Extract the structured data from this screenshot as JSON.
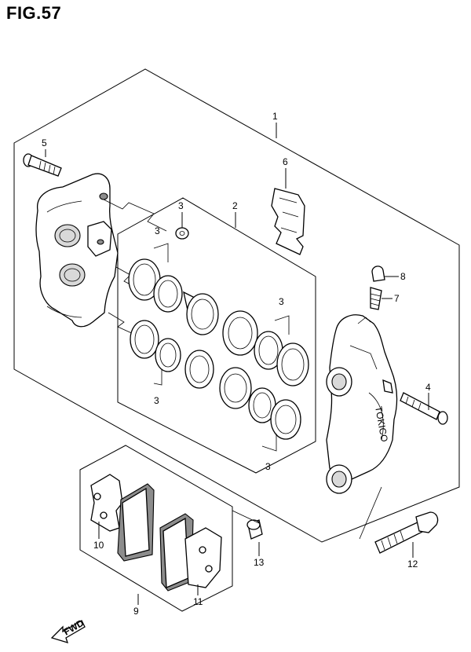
{
  "figure": {
    "title": "FIG.57"
  },
  "callouts": {
    "c1": "1",
    "c2": "2",
    "c3a": "3",
    "c3b": "3",
    "c3c": "3",
    "c3d": "3",
    "c3e": "3",
    "c4": "4",
    "c5": "5",
    "c6": "6",
    "c7": "7",
    "c8": "8",
    "c9": "9",
    "c10": "10",
    "c11": "11",
    "c12": "12",
    "c13": "13"
  },
  "caliper_marking": "TOKICO",
  "direction_arrow": {
    "label": "FWD",
    "icon": "arrow-forward-icon"
  }
}
